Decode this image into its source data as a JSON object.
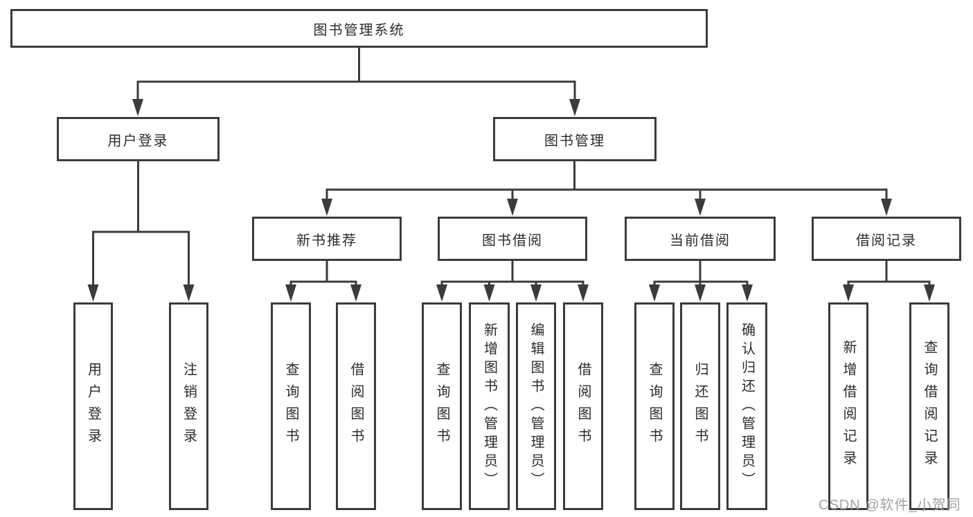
{
  "colors": {
    "background": "#ffffff",
    "line": "#3b3b3b",
    "text": "#2b2b2b",
    "watermark": "#a2a2a6"
  },
  "tree": {
    "label": "图书管理系统",
    "children": [
      {
        "label": "用户登录",
        "children": [
          {
            "label": "用户登录"
          },
          {
            "label": "注销登录"
          }
        ]
      },
      {
        "label": "图书管理",
        "children": [
          {
            "label": "新书推荐",
            "children": [
              {
                "label": "查询图书"
              },
              {
                "label": "借阅图书"
              }
            ]
          },
          {
            "label": "图书借阅",
            "children": [
              {
                "label": "查询图书"
              },
              {
                "label": "新增图书（管理员）"
              },
              {
                "label": "编辑图书（管理员）"
              },
              {
                "label": "借阅图书"
              }
            ]
          },
          {
            "label": "当前借阅",
            "children": [
              {
                "label": "查询图书"
              },
              {
                "label": "归还图书"
              },
              {
                "label": "确认归还（管理员）"
              }
            ]
          },
          {
            "label": "借阅记录",
            "children": [
              {
                "label": "新增借阅记录"
              },
              {
                "label": "查询借阅记录"
              }
            ]
          }
        ]
      }
    ]
  },
  "watermark": {
    "text": "CSDN @软件_小贺同学"
  }
}
